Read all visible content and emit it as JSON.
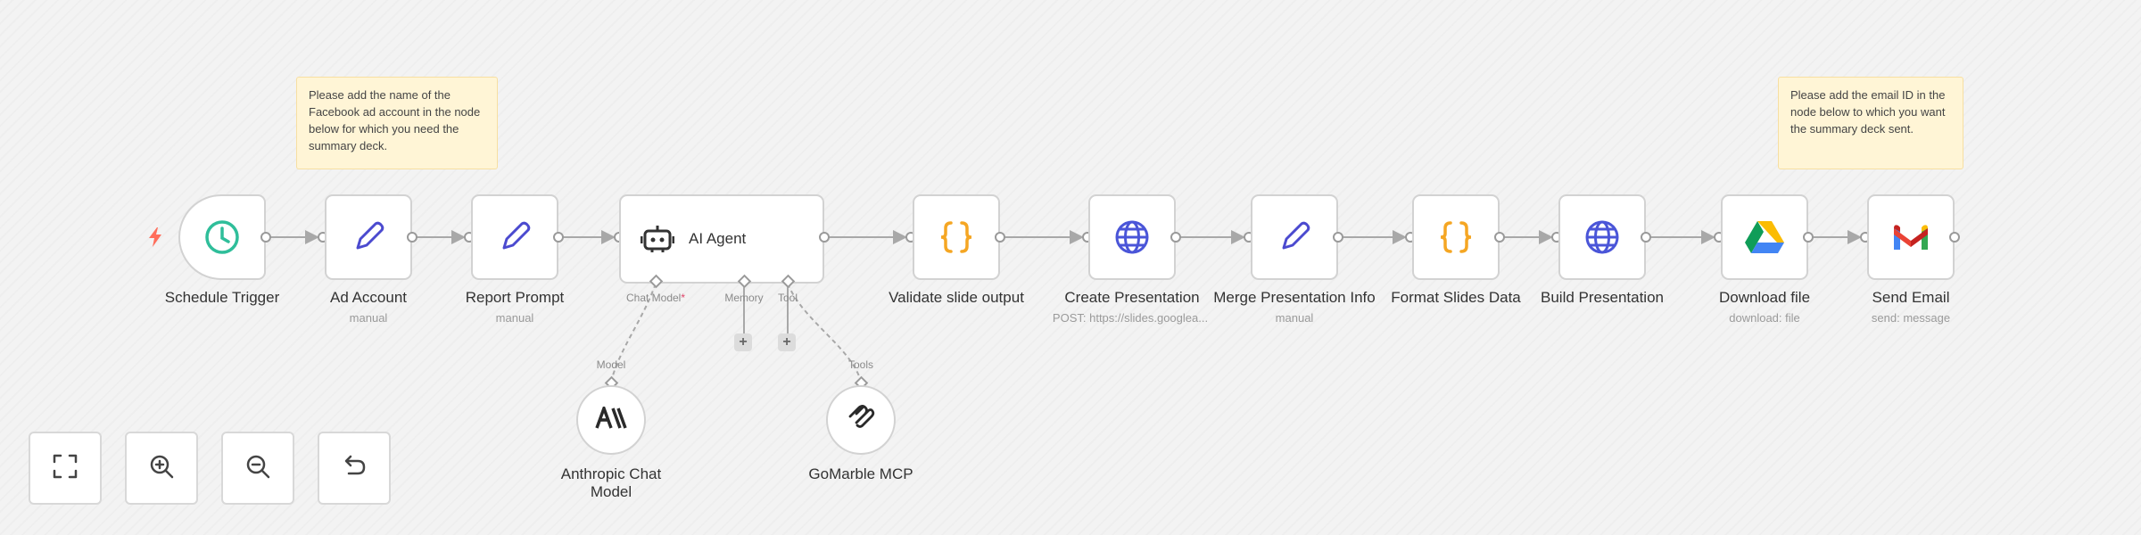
{
  "stickies": [
    {
      "id": "sticky-facebook",
      "text": "Please add the name of the Facebook ad account in the node below for which you need the summary deck."
    },
    {
      "id": "sticky-email",
      "text": "Please add the email ID in the node below to which you want the summary deck sent."
    }
  ],
  "nodes": {
    "schedule_trigger": {
      "label": "Schedule Trigger",
      "icon": "clock-icon",
      "color": "#2fbe9a"
    },
    "ad_account": {
      "label": "Ad Account",
      "sublabel": "manual",
      "icon": "pencil-icon",
      "color": "#4b4acf"
    },
    "report_prompt": {
      "label": "Report Prompt",
      "sublabel": "manual",
      "icon": "pencil-icon",
      "color": "#4b4acf"
    },
    "ai_agent": {
      "label": "AI Agent",
      "icon": "robot-icon",
      "slots": {
        "chat_model": "Chat Model",
        "required_mark": "*",
        "memory": "Memory",
        "tool": "Tool"
      }
    },
    "validate_slide_output": {
      "label": "Validate slide output",
      "icon": "braces-icon",
      "color": "#f5a623"
    },
    "create_presentation": {
      "label": "Create Presentation",
      "sublabel": "POST: https://slides.googlea...",
      "icon": "globe-icon",
      "color": "#4a55d8"
    },
    "merge_presentation_info": {
      "label": "Merge Presentation Info",
      "sublabel": "manual",
      "icon": "pencil-icon",
      "color": "#4b4acf"
    },
    "format_slides_data": {
      "label": "Format Slides Data",
      "icon": "braces-icon",
      "color": "#f5a623"
    },
    "build_presentation": {
      "label": "Build Presentation",
      "icon": "globe-icon",
      "color": "#4a55d8"
    },
    "download_file": {
      "label": "Download file",
      "sublabel": "download: file",
      "icon": "google-drive-icon"
    },
    "send_email": {
      "label": "Send Email",
      "sublabel": "send: message",
      "icon": "gmail-icon"
    }
  },
  "sub_nodes": {
    "anthropic": {
      "label": "Anthropic Chat Model",
      "connector_label": "Model",
      "icon": "anthropic-icon"
    },
    "gomarble": {
      "label": "GoMarble MCP",
      "connector_label": "Tools",
      "icon": "mcp-icon"
    }
  },
  "controls": [
    {
      "id": "fit-view-button",
      "icon": "fullscreen-icon"
    },
    {
      "id": "zoom-in-button",
      "icon": "zoom-in-icon"
    },
    {
      "id": "zoom-out-button",
      "icon": "zoom-out-icon"
    },
    {
      "id": "reset-zoom-button",
      "icon": "undo-icon"
    }
  ],
  "colors": {
    "trigger_bolt": "#ff6d5a",
    "port_border": "#9a9a9a",
    "edge": "#a8a8a8",
    "node_border": "#d2d2d2",
    "sticky_bg": "#fff5d6"
  }
}
